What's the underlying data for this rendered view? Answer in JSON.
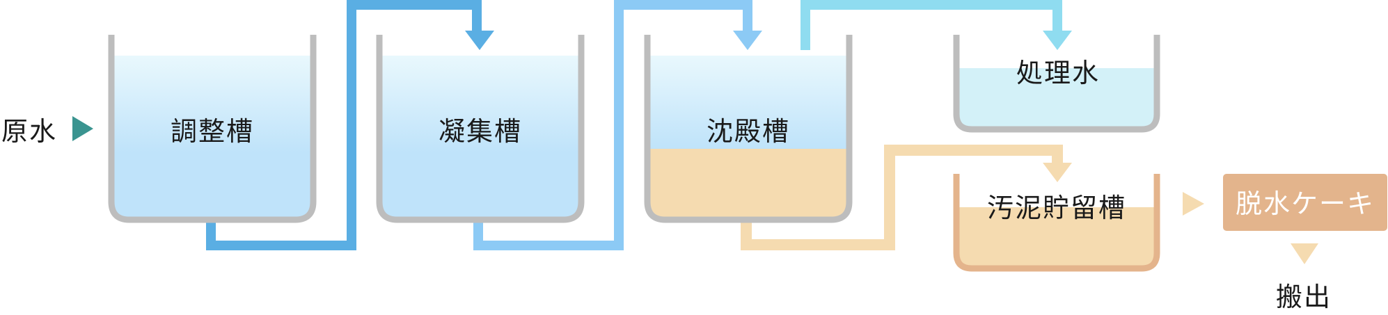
{
  "diagram": {
    "raw_water": "原水",
    "tank_adjust": "調整槽",
    "tank_coagulate": "凝集槽",
    "tank_settle": "沈殿槽",
    "treated_water": "処理水",
    "sludge_tank": "汚泥貯留槽",
    "dewatered_cake": "脱水ケーキ",
    "carry_out": "搬出"
  },
  "colors": {
    "water_top": "#e8f8fd",
    "water_bottom": "#bfe3fa",
    "tank_wall": "#bdbdbd",
    "pipe_dark_blue": "#5aaee3",
    "pipe_light_blue": "#8ccaf5",
    "pipe_cyan": "#8fdcf0",
    "sludge": "#f5dbb0",
    "sludge_wall": "#e4b48c",
    "cake_box": "#e3b48c",
    "raw_water_arrow": "#3a9490"
  }
}
